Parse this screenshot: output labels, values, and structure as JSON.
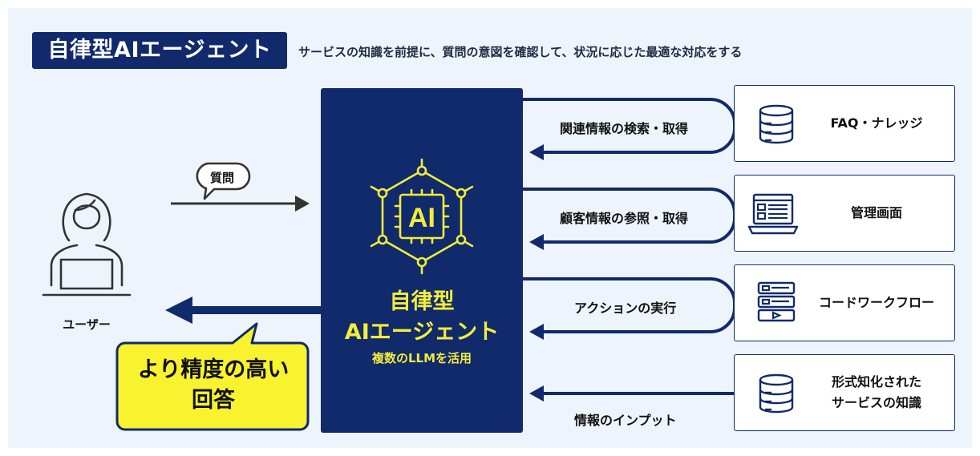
{
  "title": "自律型AIエージェント",
  "subtitle": "サービスの知識を前提に、質問の意図を確認して、状況に応じた最適な対応をする",
  "user": {
    "label": "ユーザー"
  },
  "question_bubble": {
    "label": "質問"
  },
  "answer_bubble": {
    "line1": "より精度の高い",
    "line2": "回答"
  },
  "agent": {
    "icon_text": "AI",
    "title_line1": "自律型",
    "title_line2": "AIエージェント",
    "subtitle": "複数のLLMを活用"
  },
  "flows": [
    {
      "label": "関連情報の検索・取得"
    },
    {
      "label": "顧客情報の参照・取得"
    },
    {
      "label": "アクションの実行"
    },
    {
      "label": "情報のインプット"
    }
  ],
  "resources": [
    {
      "label": "FAQ・ナレッジ",
      "icon": "database-icon"
    },
    {
      "label": "管理画面",
      "icon": "laptop-icon"
    },
    {
      "label": "コードワークフロー",
      "icon": "workflow-icon"
    },
    {
      "label_line1": "形式知化された",
      "label_line2": "サービスの知識",
      "icon": "database-icon"
    }
  ],
  "colors": {
    "navy": "#102a6b",
    "yellow": "#f3ec3a",
    "background": "#eef4fb",
    "arrow": "#333333"
  }
}
